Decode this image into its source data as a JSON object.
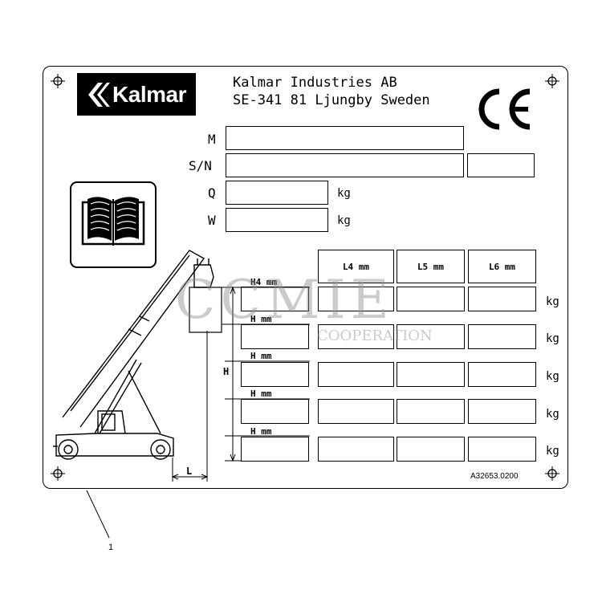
{
  "manufacturer": {
    "logo_text": "Kalmar",
    "name": "Kalmar Industries AB",
    "address": "SE-341 81 Ljungby Sweden",
    "mark": "CE"
  },
  "fields": {
    "model_label": "M",
    "serial_label": "S/N",
    "q_label": "Q",
    "w_label": "W",
    "unit": "kg"
  },
  "load_table": {
    "columns": [
      "L4 mm",
      "L5 mm",
      "L6 mm"
    ],
    "rows": [
      "H4 mm",
      "H mm",
      "H mm",
      "H mm",
      "H mm"
    ],
    "unit": "kg"
  },
  "dimensions": {
    "height_label": "H",
    "length_label": "L"
  },
  "watermark": {
    "main": "CCMIE",
    "sub": "COOPERATION"
  },
  "part_number": "A32653.0200",
  "callout": "1"
}
